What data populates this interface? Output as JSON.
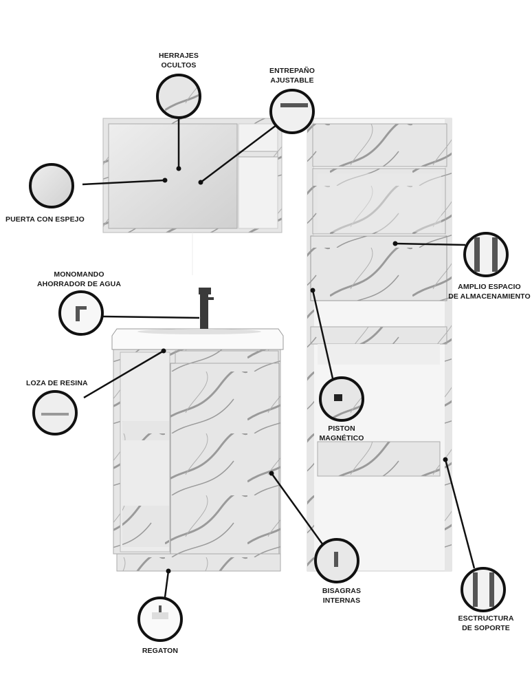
{
  "callouts": {
    "herrajes": {
      "line1": "HERRAJES",
      "line2": "OCULTOS"
    },
    "entrepano": {
      "line1": "ENTREPAÑO",
      "line2": "AJUSTABLE"
    },
    "puerta": {
      "line1": "PUERTA CON ESPEJO"
    },
    "monomando": {
      "line1": "MONOMANDO",
      "line2": "AHORRADOR DE AGUA"
    },
    "loza": {
      "line1": "LOZA DE RESINA"
    },
    "amplio": {
      "line1": "AMPLIO ESPACIO",
      "line2": "DE ALMACENAMIENTO"
    },
    "piston": {
      "line1": "PISTON",
      "line2": "MAGNÉTICO"
    },
    "bisagras": {
      "line1": "BISAGRAS",
      "line2": "INTERNAS"
    },
    "regaton": {
      "line1": "REGATON"
    },
    "estructura": {
      "line1": "ESCTRUCTURA",
      "line2": "DE SOPORTE"
    }
  },
  "colors": {
    "marble": "#e4e4e4",
    "vein": "#7a7a7a",
    "mirror": "#d9d9d9",
    "ink": "#111111"
  }
}
